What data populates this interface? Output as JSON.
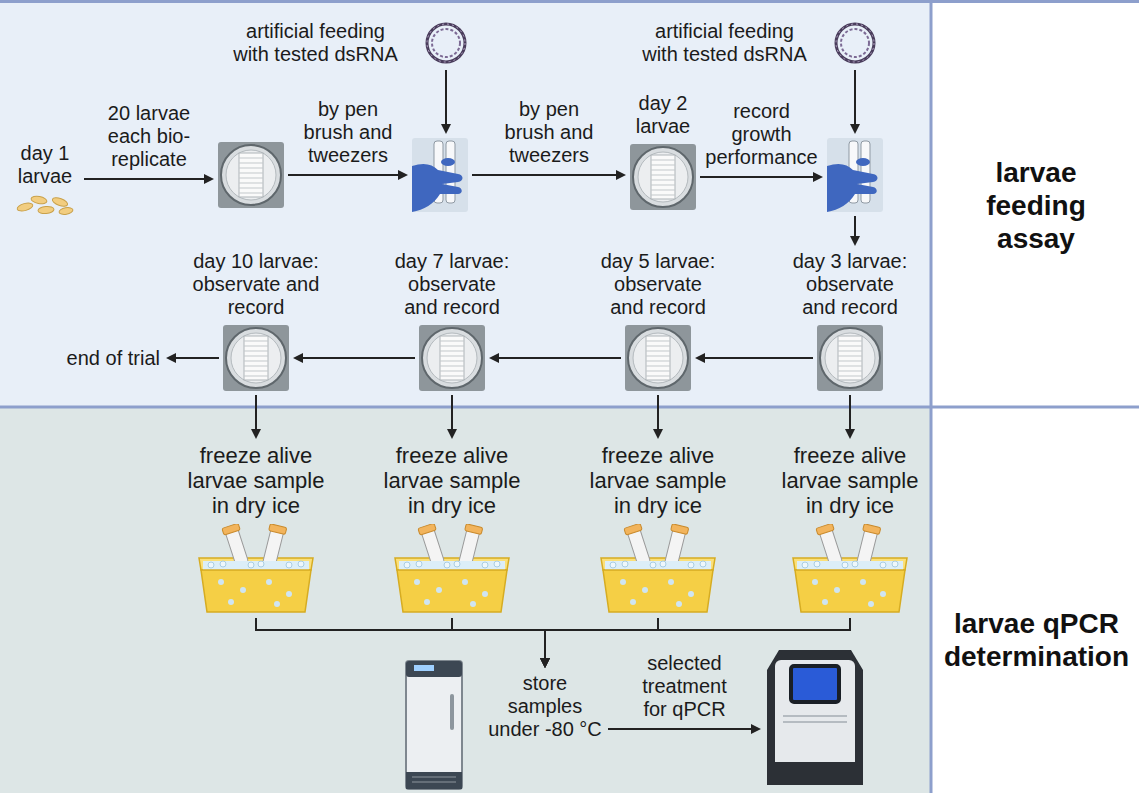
{
  "diagram": {
    "nodes": [
      {
        "text": [
          "larvae feeding assay"
        ]
      },
      {
        "text": [
          "day 1 larvae"
        ],
        "in": 0
      },
      {
        "text": [],
        "in": 0
      },
      {
        "text": [
          "artificial feeding with tested dsRNA"
        ],
        "in": 0
      },
      {
        "text": [],
        "in": 0
      },
      {
        "text": [
          "day 2 larvae"
        ],
        "in": 0
      },
      {
        "text": [
          "artificial feeding with tested dsRNA"
        ],
        "in": 0
      },
      {
        "text": [],
        "in": 0
      },
      {
        "text": [
          "day 10 larvae: observate and record"
        ],
        "in": 0
      },
      {
        "text": [
          "day 7 larvae: observate and record"
        ],
        "in": 0
      },
      {
        "text": [
          "day 5 larvae: observate and record"
        ],
        "in": 0
      },
      {
        "text": [
          "day 3 larvae: observate and record"
        ],
        "in": 0
      },
      {
        "text": [
          "larvae qPCR determination"
        ]
      },
      {
        "text": [
          "freeze alive larvae sample in dry ice"
        ],
        "in": 12
      },
      {
        "text": [
          "freeze alive larvae sample in dry ice"
        ],
        "in": 12
      },
      {
        "text": [
          "freeze alive larvae sample in dry ice"
        ],
        "in": 12
      },
      {
        "text": [
          "freeze alive larvae sample in dry ice"
        ],
        "in": 12
      },
      {
        "text": [
          "store samples under -80 °C"
        ],
        "in": 12
      },
      {
        "text": [],
        "in": 12
      }
    ],
    "edges": [
      {
        "from": 1,
        "to": 2,
        "label": "20 larvae each bio-replicate",
        "arrow": "to"
      },
      {
        "from": 2,
        "to": 4,
        "label": "by pen brush and tweezers",
        "arrow": "to"
      },
      {
        "from": 3,
        "to": 4,
        "arrow": "to"
      },
      {
        "from": 4,
        "to": 5,
        "label": "by pen brush and tweezers",
        "arrow": "to"
      },
      {
        "from": 5,
        "to": 7,
        "label": "record growth performance",
        "arrow": "to"
      },
      {
        "from": 6,
        "to": 7,
        "arrow": "to"
      },
      {
        "from": 7,
        "to": 11,
        "arrow": "to"
      },
      {
        "from": 11,
        "to": 10,
        "arrow": "to"
      },
      {
        "from": 10,
        "to": 9,
        "arrow": "to"
      },
      {
        "from": 9,
        "to": 8,
        "arrow": "to"
      },
      {
        "from": 8,
        "to": 13,
        "arrow": "to"
      },
      {
        "from": 9,
        "to": 14,
        "arrow": "to"
      },
      {
        "from": 10,
        "to": 15,
        "arrow": "to"
      },
      {
        "from": 11,
        "to": 16,
        "arrow": "to"
      },
      {
        "from": 13,
        "to": 17,
        "arrow": "to"
      },
      {
        "from": 14,
        "to": 17,
        "arrow": "to"
      },
      {
        "from": 15,
        "to": 17,
        "arrow": "to"
      },
      {
        "from": 16,
        "to": 17,
        "arrow": "to"
      },
      {
        "from": 17,
        "to": 18,
        "label": "selected treatment for qPCR",
        "arrow": "to"
      }
    ],
    "labels": [
      "end of trial"
    ]
  }
}
